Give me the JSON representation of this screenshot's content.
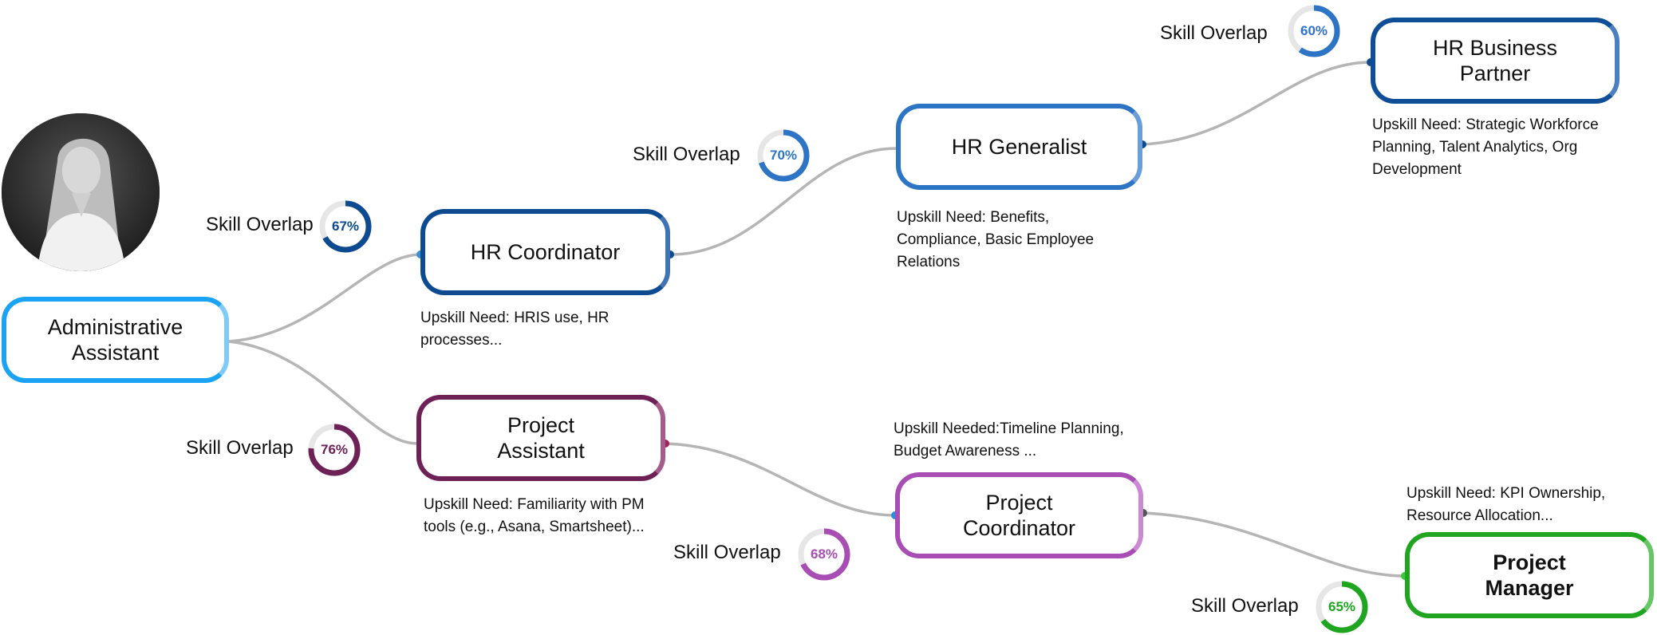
{
  "nodes": {
    "admin_assistant": {
      "label": "Administrative Assistant",
      "color": "#1aa3f5"
    },
    "hr_coordinator": {
      "label": "HR Coordinator",
      "color": "#0d4a8f"
    },
    "hr_generalist": {
      "label": "HR Generalist",
      "color": "#2e74c5"
    },
    "hr_business_partner": {
      "label": "HR Business Partner",
      "color": "#0f4e96"
    },
    "project_assistant": {
      "label": "Project Assistant",
      "color": "#6e2157"
    },
    "project_coordinator": {
      "label": "Project Coordinator",
      "color": "#a84db3"
    },
    "project_manager": {
      "label": "Project Manager",
      "color": "#1fa51f"
    }
  },
  "overlap_label": "Skill Overlap",
  "overlaps": {
    "hr_coordinator": {
      "percent": 67,
      "text": "67%",
      "color": "#0d4a8f"
    },
    "hr_generalist": {
      "percent": 70,
      "text": "70%",
      "color": "#2e74c5"
    },
    "hr_business_partner": {
      "percent": 60,
      "text": "60%",
      "color": "#2e74c5"
    },
    "project_assistant": {
      "percent": 76,
      "text": "76%",
      "color": "#6e2157"
    },
    "project_coordinator": {
      "percent": 68,
      "text": "68%",
      "color": "#a84db3"
    },
    "project_manager": {
      "percent": 65,
      "text": "65%",
      "color": "#1fa51f"
    }
  },
  "upskill": {
    "hr_coordinator": "Upskill Need: HRIS use, HR processes...",
    "hr_generalist": "Upskill Need: Benefits, Compliance, Basic Employee Relations",
    "hr_business_partner": "Upskill Need: Strategic Workforce Planning, Talent Analytics, Org Development",
    "project_assistant": "Upskill Need: Familiarity with PM tools (e.g., Asana, Smartsheet)...",
    "project_coordinator": "Upskill Needed:Timeline Planning, Budget Awareness ...",
    "project_manager": "Upskill Need: KPI Ownership, Resource Allocation..."
  }
}
